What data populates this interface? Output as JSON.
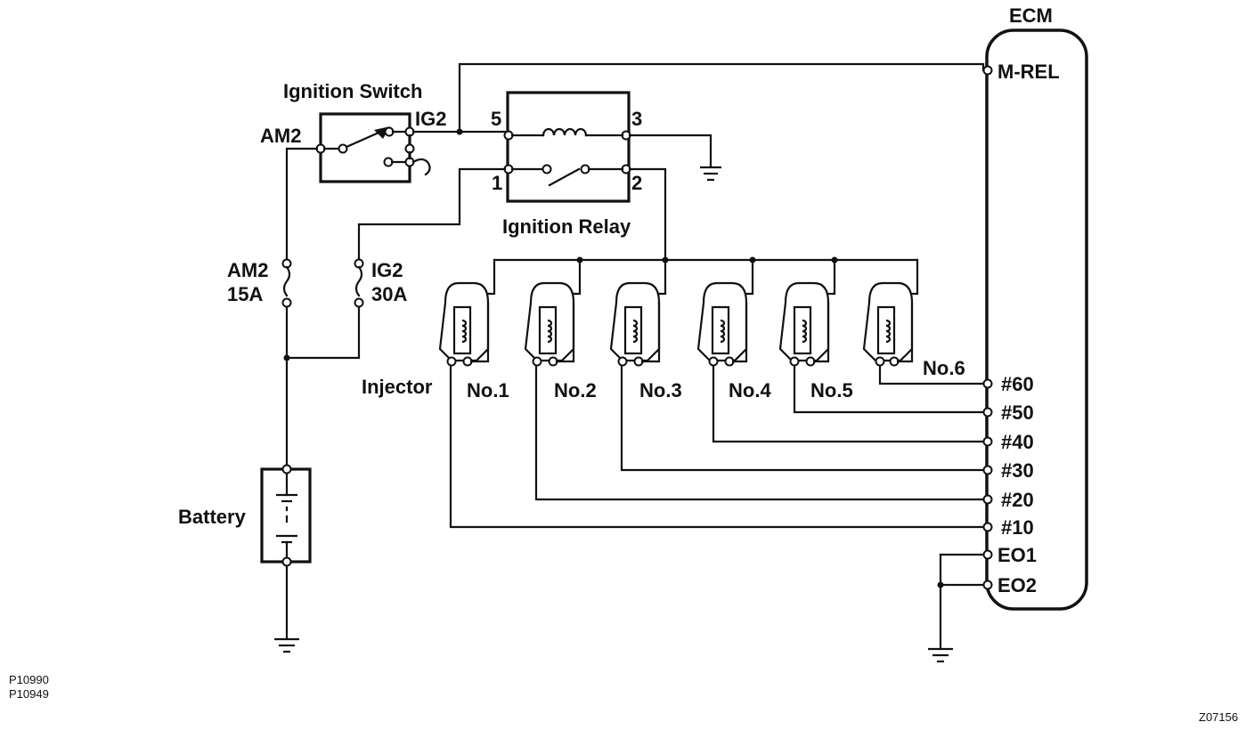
{
  "labels": {
    "ecm": "ECM",
    "ignition_switch": "Ignition Switch",
    "ignition_relay": "Ignition Relay",
    "battery": "Battery",
    "injector": "Injector",
    "switch_am2": "AM2",
    "switch_ig2": "IG2",
    "relay_pin_5": "5",
    "relay_pin_3": "3",
    "relay_pin_1": "1",
    "relay_pin_2": "2"
  },
  "fuses": [
    {
      "name": "AM2",
      "rating": "15A"
    },
    {
      "name": "IG2",
      "rating": "30A"
    }
  ],
  "injectors": [
    "No.1",
    "No.2",
    "No.3",
    "No.4",
    "No.5",
    "No.6"
  ],
  "ecm_pins": [
    "M-REL",
    "#60",
    "#50",
    "#40",
    "#30",
    "#20",
    "#10",
    "EO1",
    "EO2"
  ],
  "footer": {
    "code_1": "P10990",
    "code_2": "P10949",
    "figure_id": "Z07156"
  }
}
